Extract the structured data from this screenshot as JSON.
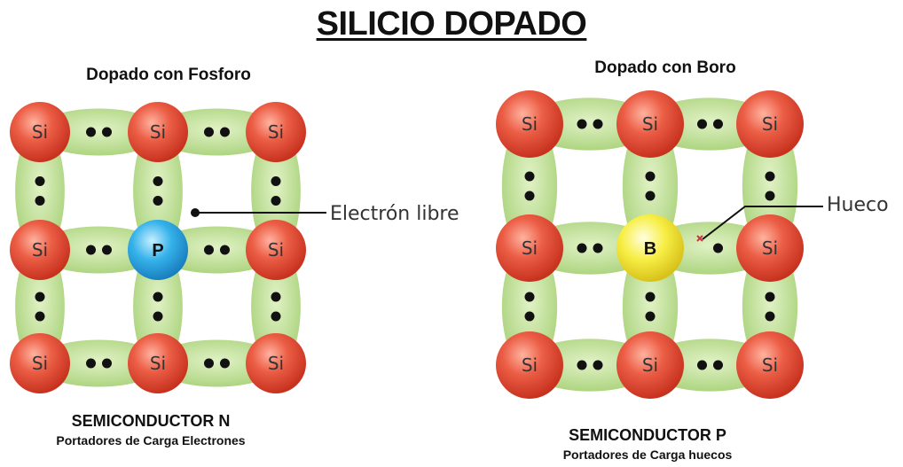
{
  "title": "SILICIO DOPADO",
  "left_panel": {
    "heading": "Dopado con Fosforo",
    "dopant": "P",
    "host": "Si",
    "callout": "Electrón libre",
    "caption_main": "SEMICONDUCTOR N",
    "caption_sub": "Portadores de Carga Electrones"
  },
  "right_panel": {
    "heading": "Dopado con Boro",
    "dopant": "B",
    "host": "Si",
    "callout": "Hueco",
    "caption_main": "SEMICONDUCTOR P",
    "caption_sub": "Portadores de Carga huecos"
  },
  "colors": {
    "silicon": "#e8503a",
    "phosphorus": "#2aa6e0",
    "boron": "#f2e63a",
    "bond": "#b8d98a",
    "electron": "#111111",
    "hole_marker": "#cc3344"
  }
}
